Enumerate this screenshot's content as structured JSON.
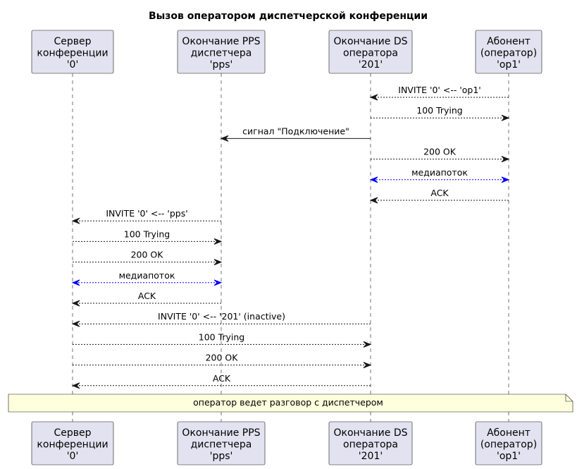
{
  "title": "Вызов оператором диспетчерской конференции",
  "participants": [
    {
      "id": "conf",
      "lines": [
        "Сервер",
        "конференции",
        "'0'"
      ]
    },
    {
      "id": "pps",
      "lines": [
        "Окончание PPS",
        "диспетчера",
        "'pps'"
      ]
    },
    {
      "id": "ds",
      "lines": [
        "Окончание DS",
        "оператора",
        "'201'"
      ]
    },
    {
      "id": "op",
      "lines": [
        "Абонент",
        "(оператор)",
        "'op1'"
      ]
    }
  ],
  "messages": [
    {
      "from": "op",
      "to": "ds",
      "label": "INVITE '0' <-- 'op1'",
      "style": "dashed",
      "color": "#181818"
    },
    {
      "from": "ds",
      "to": "op",
      "label": "100 Trying",
      "style": "dashed",
      "color": "#181818"
    },
    {
      "from": "ds",
      "to": "pps",
      "label": "сигнал \"Подключение\"",
      "style": "solid",
      "color": "#181818"
    },
    {
      "from": "ds",
      "to": "op",
      "label": "200 OK",
      "style": "dashed",
      "color": "#181818"
    },
    {
      "from": "ds",
      "to": "op",
      "label": "медиапоток",
      "style": "dashed",
      "color": "#0000FF",
      "bidirectional": true
    },
    {
      "from": "op",
      "to": "ds",
      "label": "ACK",
      "style": "dashed",
      "color": "#181818"
    },
    {
      "from": "pps",
      "to": "conf",
      "label": "INVITE '0' <-- 'pps'",
      "style": "dashed",
      "color": "#181818"
    },
    {
      "from": "conf",
      "to": "pps",
      "label": "100 Trying",
      "style": "dashed",
      "color": "#181818"
    },
    {
      "from": "conf",
      "to": "pps",
      "label": "200 OK",
      "style": "dashed",
      "color": "#181818"
    },
    {
      "from": "conf",
      "to": "pps",
      "label": "медиапоток",
      "style": "dashed",
      "color": "#0000FF",
      "bidirectional": true
    },
    {
      "from": "pps",
      "to": "conf",
      "label": "ACK",
      "style": "dashed",
      "color": "#181818"
    },
    {
      "from": "ds",
      "to": "conf",
      "label": "INVITE '0' <-- '201' (inactive)",
      "style": "dashed",
      "color": "#181818"
    },
    {
      "from": "conf",
      "to": "ds",
      "label": "100 Trying",
      "style": "dashed",
      "color": "#181818"
    },
    {
      "from": "conf",
      "to": "ds",
      "label": "200 OK",
      "style": "dashed",
      "color": "#181818"
    },
    {
      "from": "ds",
      "to": "conf",
      "label": "ACK",
      "style": "dashed",
      "color": "#181818"
    }
  ],
  "note": "оператор ведет разговор с диспетчером",
  "colors": {
    "participant_fill": "#E2E2F0",
    "note_fill": "#FEFFDD",
    "line": "#181818",
    "media": "#0000FF"
  }
}
